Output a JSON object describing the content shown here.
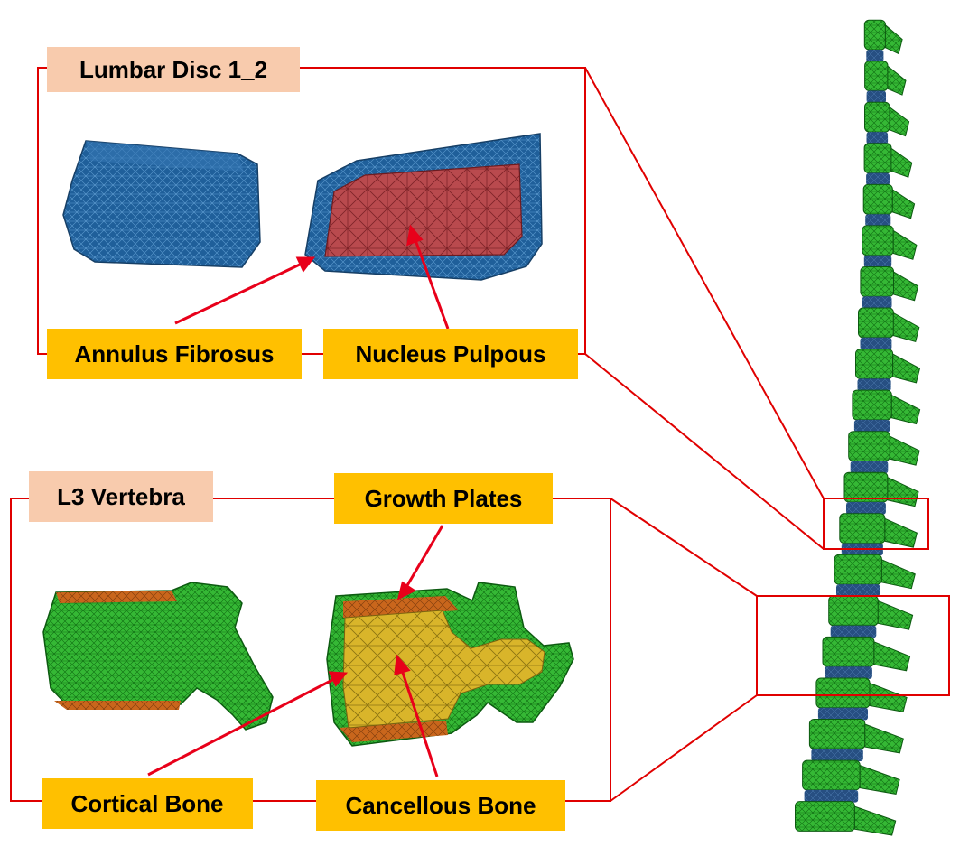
{
  "colors": {
    "frame": "#e00000",
    "arrow": "#e8001a",
    "title_box": "#f8cbad",
    "label_box": "#ffc000",
    "disc_blue": "#1f5f9a",
    "nucleus_red": "#b94a4e",
    "bone_green": "#39c43a",
    "cancellous_yellow": "#d9b52a",
    "growth_plate_orange": "#c9661c"
  },
  "disc_panel": {
    "title": "Lumbar Disc 1_2",
    "annulus_label": "Annulus Fibrosus",
    "nucleus_label": "Nucleus Pulpous"
  },
  "vertebra_panel": {
    "title": "L3 Vertebra",
    "growth_label": "Growth Plates",
    "cortical_label": "Cortical Bone",
    "cancellous_label": "Cancellous Bone"
  },
  "spine": {
    "vertebra_count": 20
  }
}
